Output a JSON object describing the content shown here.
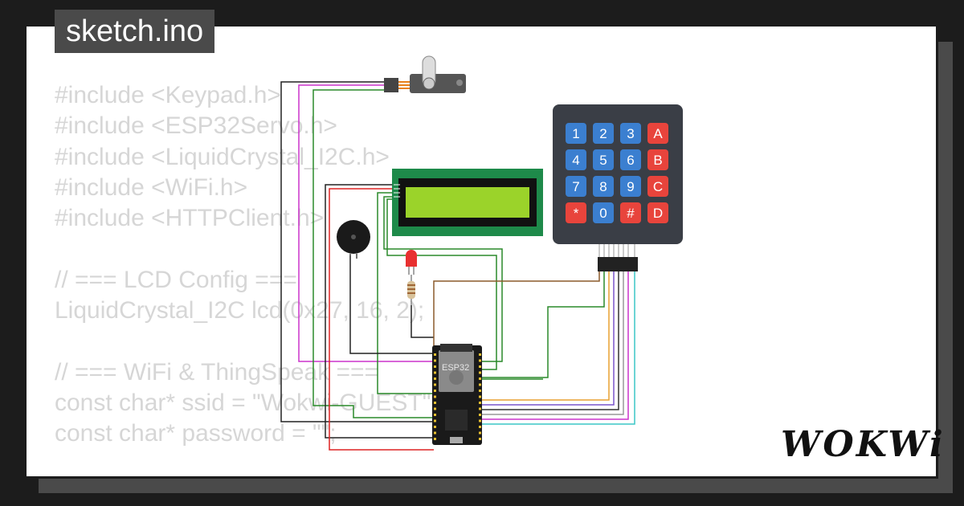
{
  "file_tab": {
    "label": "sketch.ino"
  },
  "code_lines": [
    "#include <Keypad.h>",
    "#include <ESP32Servo.h>",
    "#include <LiquidCrystal_I2C.h>",
    "#include <WiFi.h>",
    "#include <HTTPClient.h>",
    "",
    "// === LCD Config ===",
    "LiquidCrystal_I2C lcd(0x27, 16, 2);",
    "",
    "// === WiFi & ThingSpeak ===",
    "const char* ssid = \"Wokwi-GUEST\";",
    "const char* password = \"\";"
  ],
  "keypad": {
    "keys": [
      "1",
      "2",
      "3",
      "A",
      "4",
      "5",
      "6",
      "B",
      "7",
      "8",
      "9",
      "C",
      "*",
      "0",
      "#",
      "D"
    ],
    "number_key_color": "#3b7fd0",
    "letter_key_color": "#e8443c"
  },
  "esp32": {
    "label": "ESP32"
  },
  "brand": {
    "logo": "WOKWi"
  },
  "colors": {
    "background": "#1c1c1c",
    "card": "#ffffff",
    "tab": "#4a4a4a",
    "code_text": "#d6d6d6",
    "lcd_board": "#1e8a4a",
    "lcd_screen": "#9bd32a"
  }
}
